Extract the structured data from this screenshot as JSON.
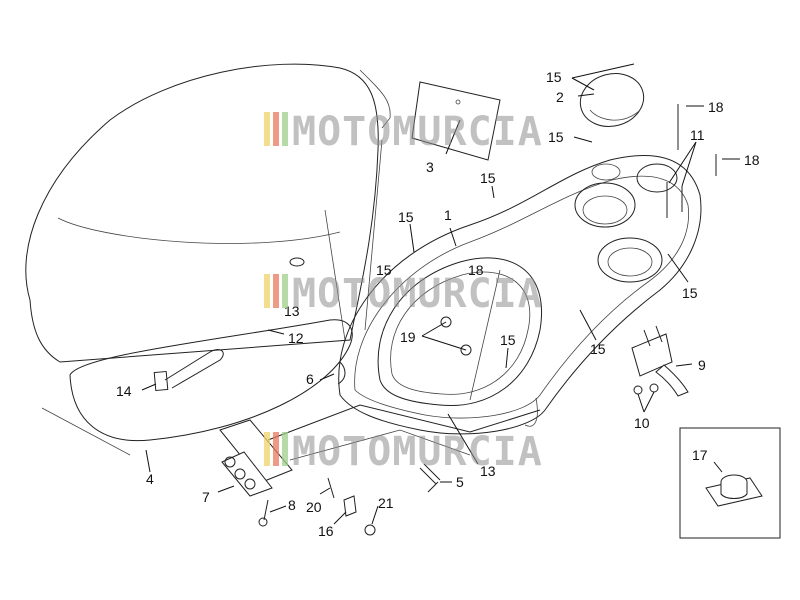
{
  "watermark": {
    "text": "MOTOMURCIA",
    "stripe_colors": [
      "#f2d16b",
      "#e8795c",
      "#9fcf8a"
    ]
  },
  "callouts": [
    {
      "id": "c15a",
      "text": "15"
    },
    {
      "id": "c2",
      "text": "2"
    },
    {
      "id": "c18a",
      "text": "18"
    },
    {
      "id": "c15b",
      "text": "15"
    },
    {
      "id": "c11",
      "text": "11"
    },
    {
      "id": "c18b",
      "text": "18"
    },
    {
      "id": "c3",
      "text": "3"
    },
    {
      "id": "c15c",
      "text": "15"
    },
    {
      "id": "c15d",
      "text": "15"
    },
    {
      "id": "c1",
      "text": "1"
    },
    {
      "id": "c15e",
      "text": "15"
    },
    {
      "id": "c18c",
      "text": "18"
    },
    {
      "id": "c13a",
      "text": "13"
    },
    {
      "id": "c12",
      "text": "12"
    },
    {
      "id": "c15f",
      "text": "15"
    },
    {
      "id": "c15g",
      "text": "15"
    },
    {
      "id": "c19",
      "text": "19"
    },
    {
      "id": "c15h",
      "text": "15"
    },
    {
      "id": "c9",
      "text": "9"
    },
    {
      "id": "c14",
      "text": "14"
    },
    {
      "id": "c6",
      "text": "6"
    },
    {
      "id": "c10",
      "text": "10"
    },
    {
      "id": "c17",
      "text": "17"
    },
    {
      "id": "c4",
      "text": "4"
    },
    {
      "id": "c13b",
      "text": "13"
    },
    {
      "id": "c5",
      "text": "5"
    },
    {
      "id": "c7",
      "text": "7"
    },
    {
      "id": "c20",
      "text": "20"
    },
    {
      "id": "c8",
      "text": "8"
    },
    {
      "id": "c21",
      "text": "21"
    },
    {
      "id": "c16",
      "text": "16"
    }
  ]
}
